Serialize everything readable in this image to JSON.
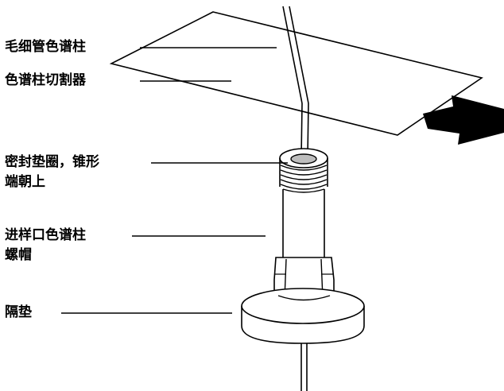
{
  "labels": {
    "capillary_column": "毛细管色谱柱",
    "column_cutter": "色谱柱切割器",
    "ferrule_line1": "密封垫圈，锥形",
    "ferrule_line2": "端朝上",
    "inlet_nut_line1": "进样口色谱柱",
    "inlet_nut_line2": "螺帽",
    "septum": "隔垫"
  },
  "colors": {
    "line": "#000000",
    "part_fill": "#ffffff",
    "ferrule_fill": "#bdbdbd",
    "arrow_fill": "#000000"
  },
  "icons": {
    "direction_arrow": "arrow-right-icon"
  }
}
